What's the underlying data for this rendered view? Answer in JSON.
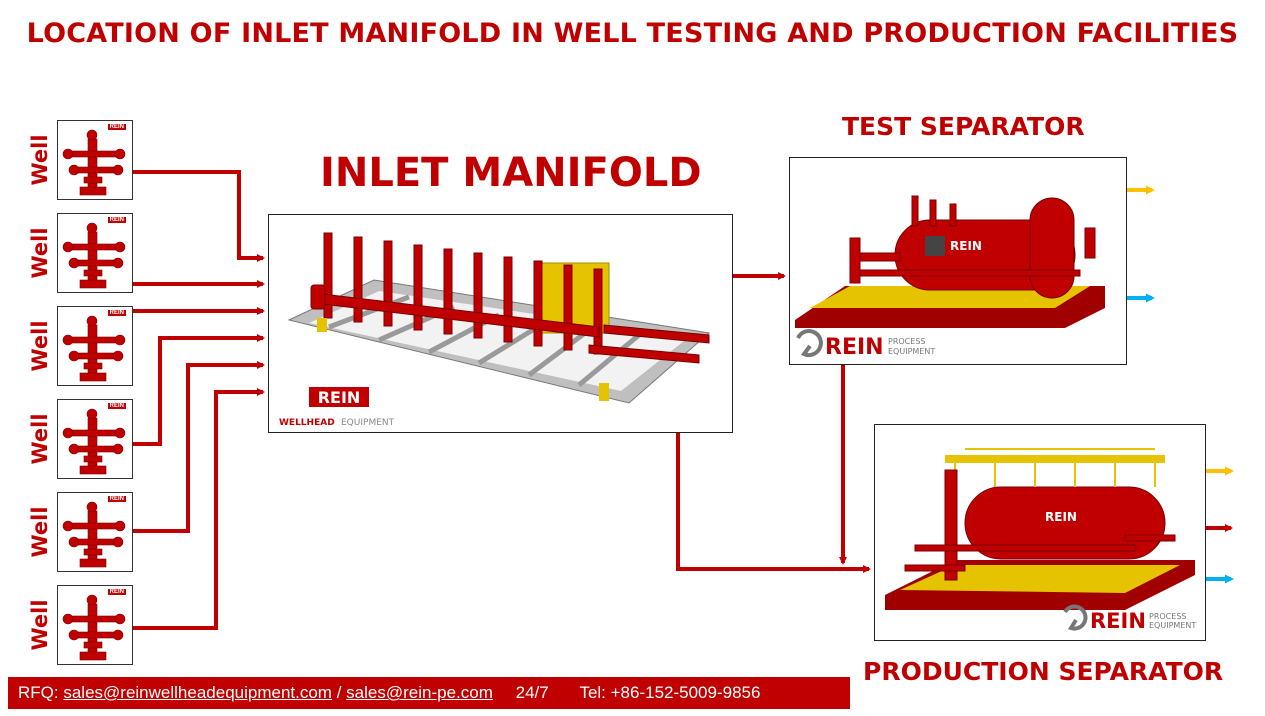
{
  "title": "LOCATION OF INLET MANIFOLD IN WELL TESTING AND PRODUCTION FACILITIES",
  "wells": [
    "Well",
    "Well",
    "Well",
    "Well",
    "Well",
    "Well"
  ],
  "well_brand": "REIN",
  "inlet_manifold": {
    "title": "INLET MANIFOLD",
    "logo_main": "REIN",
    "logo_sub1": "WELLHEAD",
    "logo_sub2": "EQUIPMENT"
  },
  "test_separator": {
    "title": "TEST SEPARATOR",
    "logo_main": "REIN",
    "logo_sub1": "PROCESS",
    "logo_sub2": "EQUIPMENT"
  },
  "production_separator": {
    "title": "PRODUCTION SEPARATOR",
    "logo_main": "REIN",
    "logo_sub1": "PROCESS",
    "logo_sub2": "EQUIPMENT"
  },
  "output_colors": {
    "gas": "#ffc000",
    "oil": "#c00000",
    "water": "#00b0f0",
    "line": "#c00000"
  },
  "footer": {
    "rfq_label": "RFQ:",
    "email1": "sales@reinwellheadequipment.com",
    "separator": "/",
    "email2": "sales@rein-pe.com",
    "hours": "24/7",
    "tel": "Tel: +86-152-5009-9856"
  }
}
